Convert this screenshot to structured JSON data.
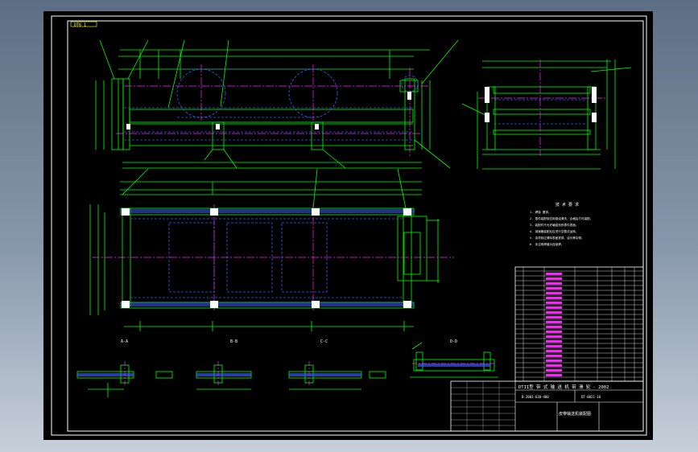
{
  "drawing": {
    "border_tag": "DT6 1",
    "tech_title": "技 术 要 求",
    "tech_lines": [
      "1. 焊接 要求。",
      "2. 零件装配前应用煤油清洗，合格后方可装配。",
      "3. 装配时不允许磕碰划伤零件表面。",
      "4. 减速器装配后应进行空载试运转。",
      "5. 涂漆前应清除表面铁锈、油污等杂物。",
      "6. 未注明焊缝为连续焊。"
    ],
    "section_labels": [
      "A-A",
      "B-B",
      "C-C",
      "D-D"
    ],
    "title_main": "DTII型 带 式 输 送 机 带 滑 轮 - 2002",
    "title_code": "B-2003-630-400",
    "title_code2": "DT-0021-10",
    "title_bottom": "皮带输送机装配图"
  },
  "colors": {
    "background": "#000000",
    "frame": "#ffffff",
    "geometry": "#00ff00",
    "hidden": "#3a5cff",
    "centerline": "#ff22ff",
    "dimension": "#00ffff",
    "note": "#ffff3a"
  }
}
